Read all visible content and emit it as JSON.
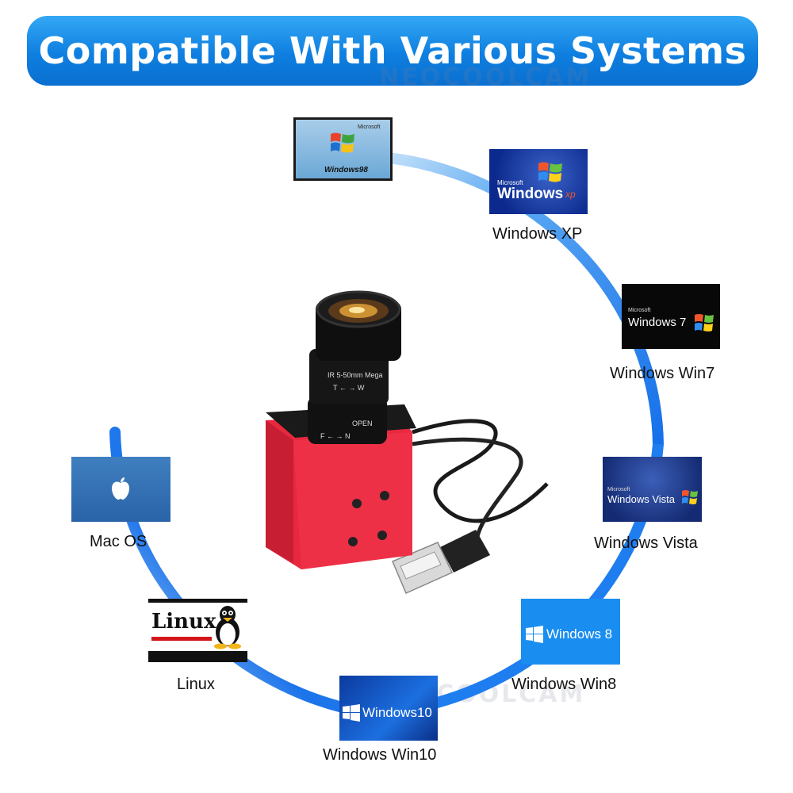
{
  "banner": {
    "title": "Compatible With Various Systems"
  },
  "watermark": {
    "text": "NEOCOOLCAM"
  },
  "colors": {
    "banner": "#0e7fe0",
    "ring": "#1e7ef0",
    "camera_body": "#e8283f"
  },
  "systems": [
    {
      "key": "win98",
      "label": "",
      "logo_text": "Windows98",
      "logo_sub": "Microsoft"
    },
    {
      "key": "winxp",
      "label": "Windows XP",
      "logo_text": "Windows",
      "logo_sub": "Microsoft",
      "logo_suffix": "xp"
    },
    {
      "key": "win7",
      "label": "Windows Win7",
      "logo_text": "Windows 7",
      "logo_sub": "Microsoft"
    },
    {
      "key": "vista",
      "label": "Windows Vista",
      "logo_text": "Windows Vista",
      "logo_sub": "Microsoft"
    },
    {
      "key": "win8",
      "label": "Windows Win8",
      "logo_text": "Windows 8"
    },
    {
      "key": "win10",
      "label": "Windows Win10",
      "logo_text": "Windows10"
    },
    {
      "key": "linux",
      "label": "Linux",
      "logo_text": "Linux"
    },
    {
      "key": "macos",
      "label": "Mac OS",
      "logo_text": ""
    }
  ],
  "camera": {
    "lens_spec": "IR 5-50mm Mega",
    "zoom_marks": "T  ←  →  W",
    "iris_mark": "OPEN",
    "focus_marks": "F  ←  →  N"
  }
}
